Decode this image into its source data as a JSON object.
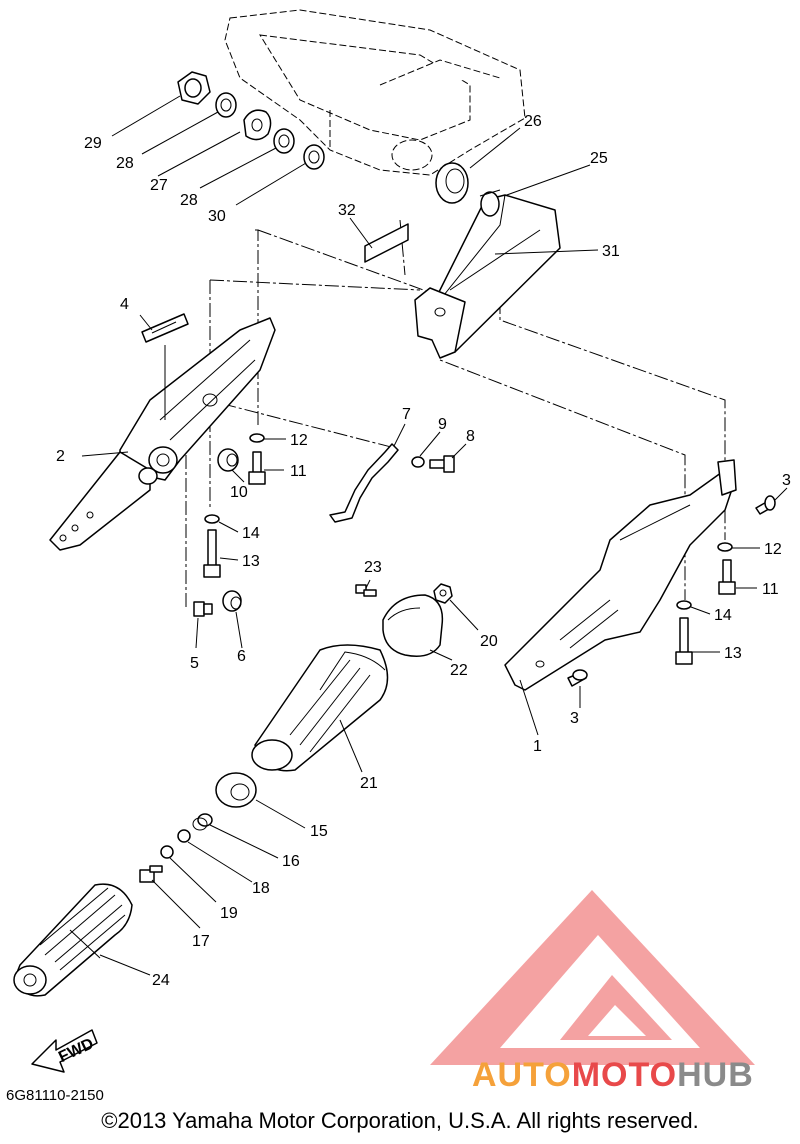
{
  "diagram": {
    "callouts": [
      "1",
      "2",
      "3",
      "3",
      "4",
      "5",
      "6",
      "7",
      "8",
      "9",
      "10",
      "11",
      "11",
      "12",
      "12",
      "13",
      "13",
      "14",
      "14",
      "15",
      "16",
      "17",
      "18",
      "19",
      "20",
      "21",
      "22",
      "23",
      "24",
      "25",
      "26",
      "27",
      "28",
      "28",
      "29",
      "30",
      "31",
      "32"
    ],
    "fwd_label": "FWD",
    "drawing_code": "6G81110-2150",
    "copyright": "©2013 Yamaha Motor Corporation, U.S.A. All rights reserved."
  },
  "watermark": {
    "part1": "AUTO",
    "part2": "MOTO",
    "part3": "HUB",
    "colors": {
      "red": "#e8494a",
      "orange": "#f5a13a",
      "gray": "#8a8a8a",
      "logo": "#f28b8b"
    }
  }
}
